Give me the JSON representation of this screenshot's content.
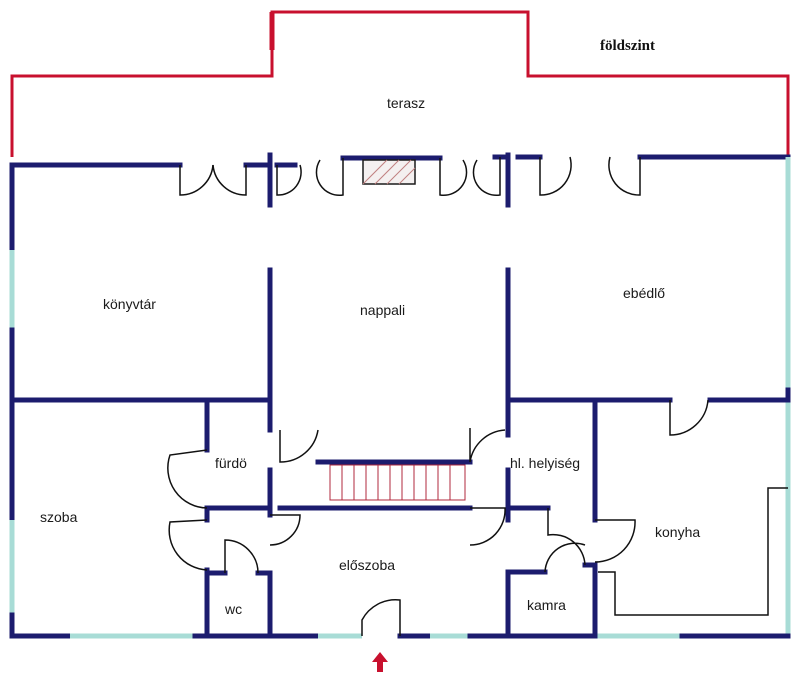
{
  "plan": {
    "title": "földszint",
    "rooms": {
      "terasz": "terasz",
      "konyvtar": "könyvtár",
      "nappali": "nappali",
      "ebedlo": "ebédlő",
      "furdo": "fürdö",
      "szoba": "szoba",
      "helyiseg": "hl. helyiség",
      "konyha": "konyha",
      "eloszoba": "előszoba",
      "wc": "wc",
      "kamra": "kamra"
    }
  },
  "colors": {
    "wall": "#1c1c6e",
    "window": "#a8dcd6",
    "terrace_outline": "#c8102e",
    "stair": "#b0283c",
    "entrance_arrow": "#c8102e"
  }
}
